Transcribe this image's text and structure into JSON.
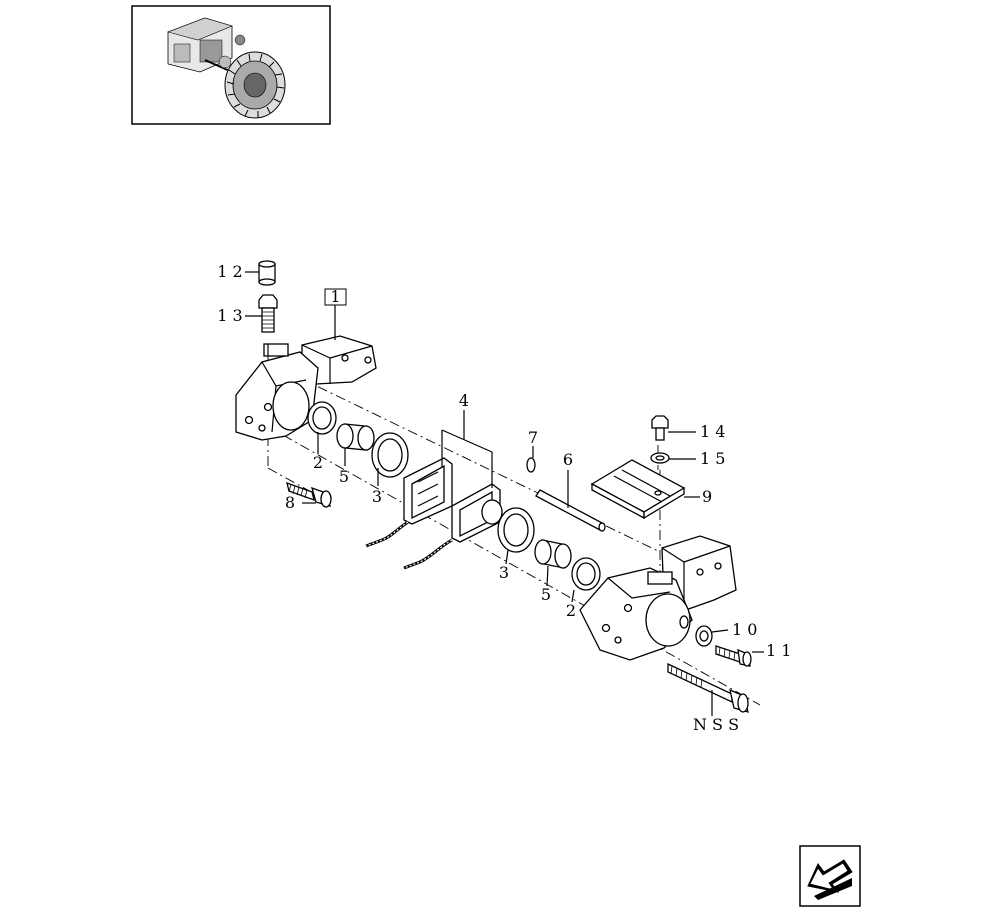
{
  "thumbnail": {
    "icon": "axle-assembly-thumbnail"
  },
  "diagram": {
    "ref_box_label": "1",
    "callouts": {
      "c12": "1 2",
      "c13": "1 3",
      "c2a": "2",
      "c5a": "5",
      "c3a": "3",
      "c8": "8",
      "c4": "4",
      "c7": "7",
      "c6": "6",
      "c14": "1 4",
      "c15": "1 5",
      "c9": "9",
      "c3b": "3",
      "c5b": "5",
      "c2b": "2",
      "c10": "1 0",
      "c11": "1 1",
      "nss": "N S S"
    }
  },
  "nav": {
    "icon": "back-arrow-icon"
  }
}
